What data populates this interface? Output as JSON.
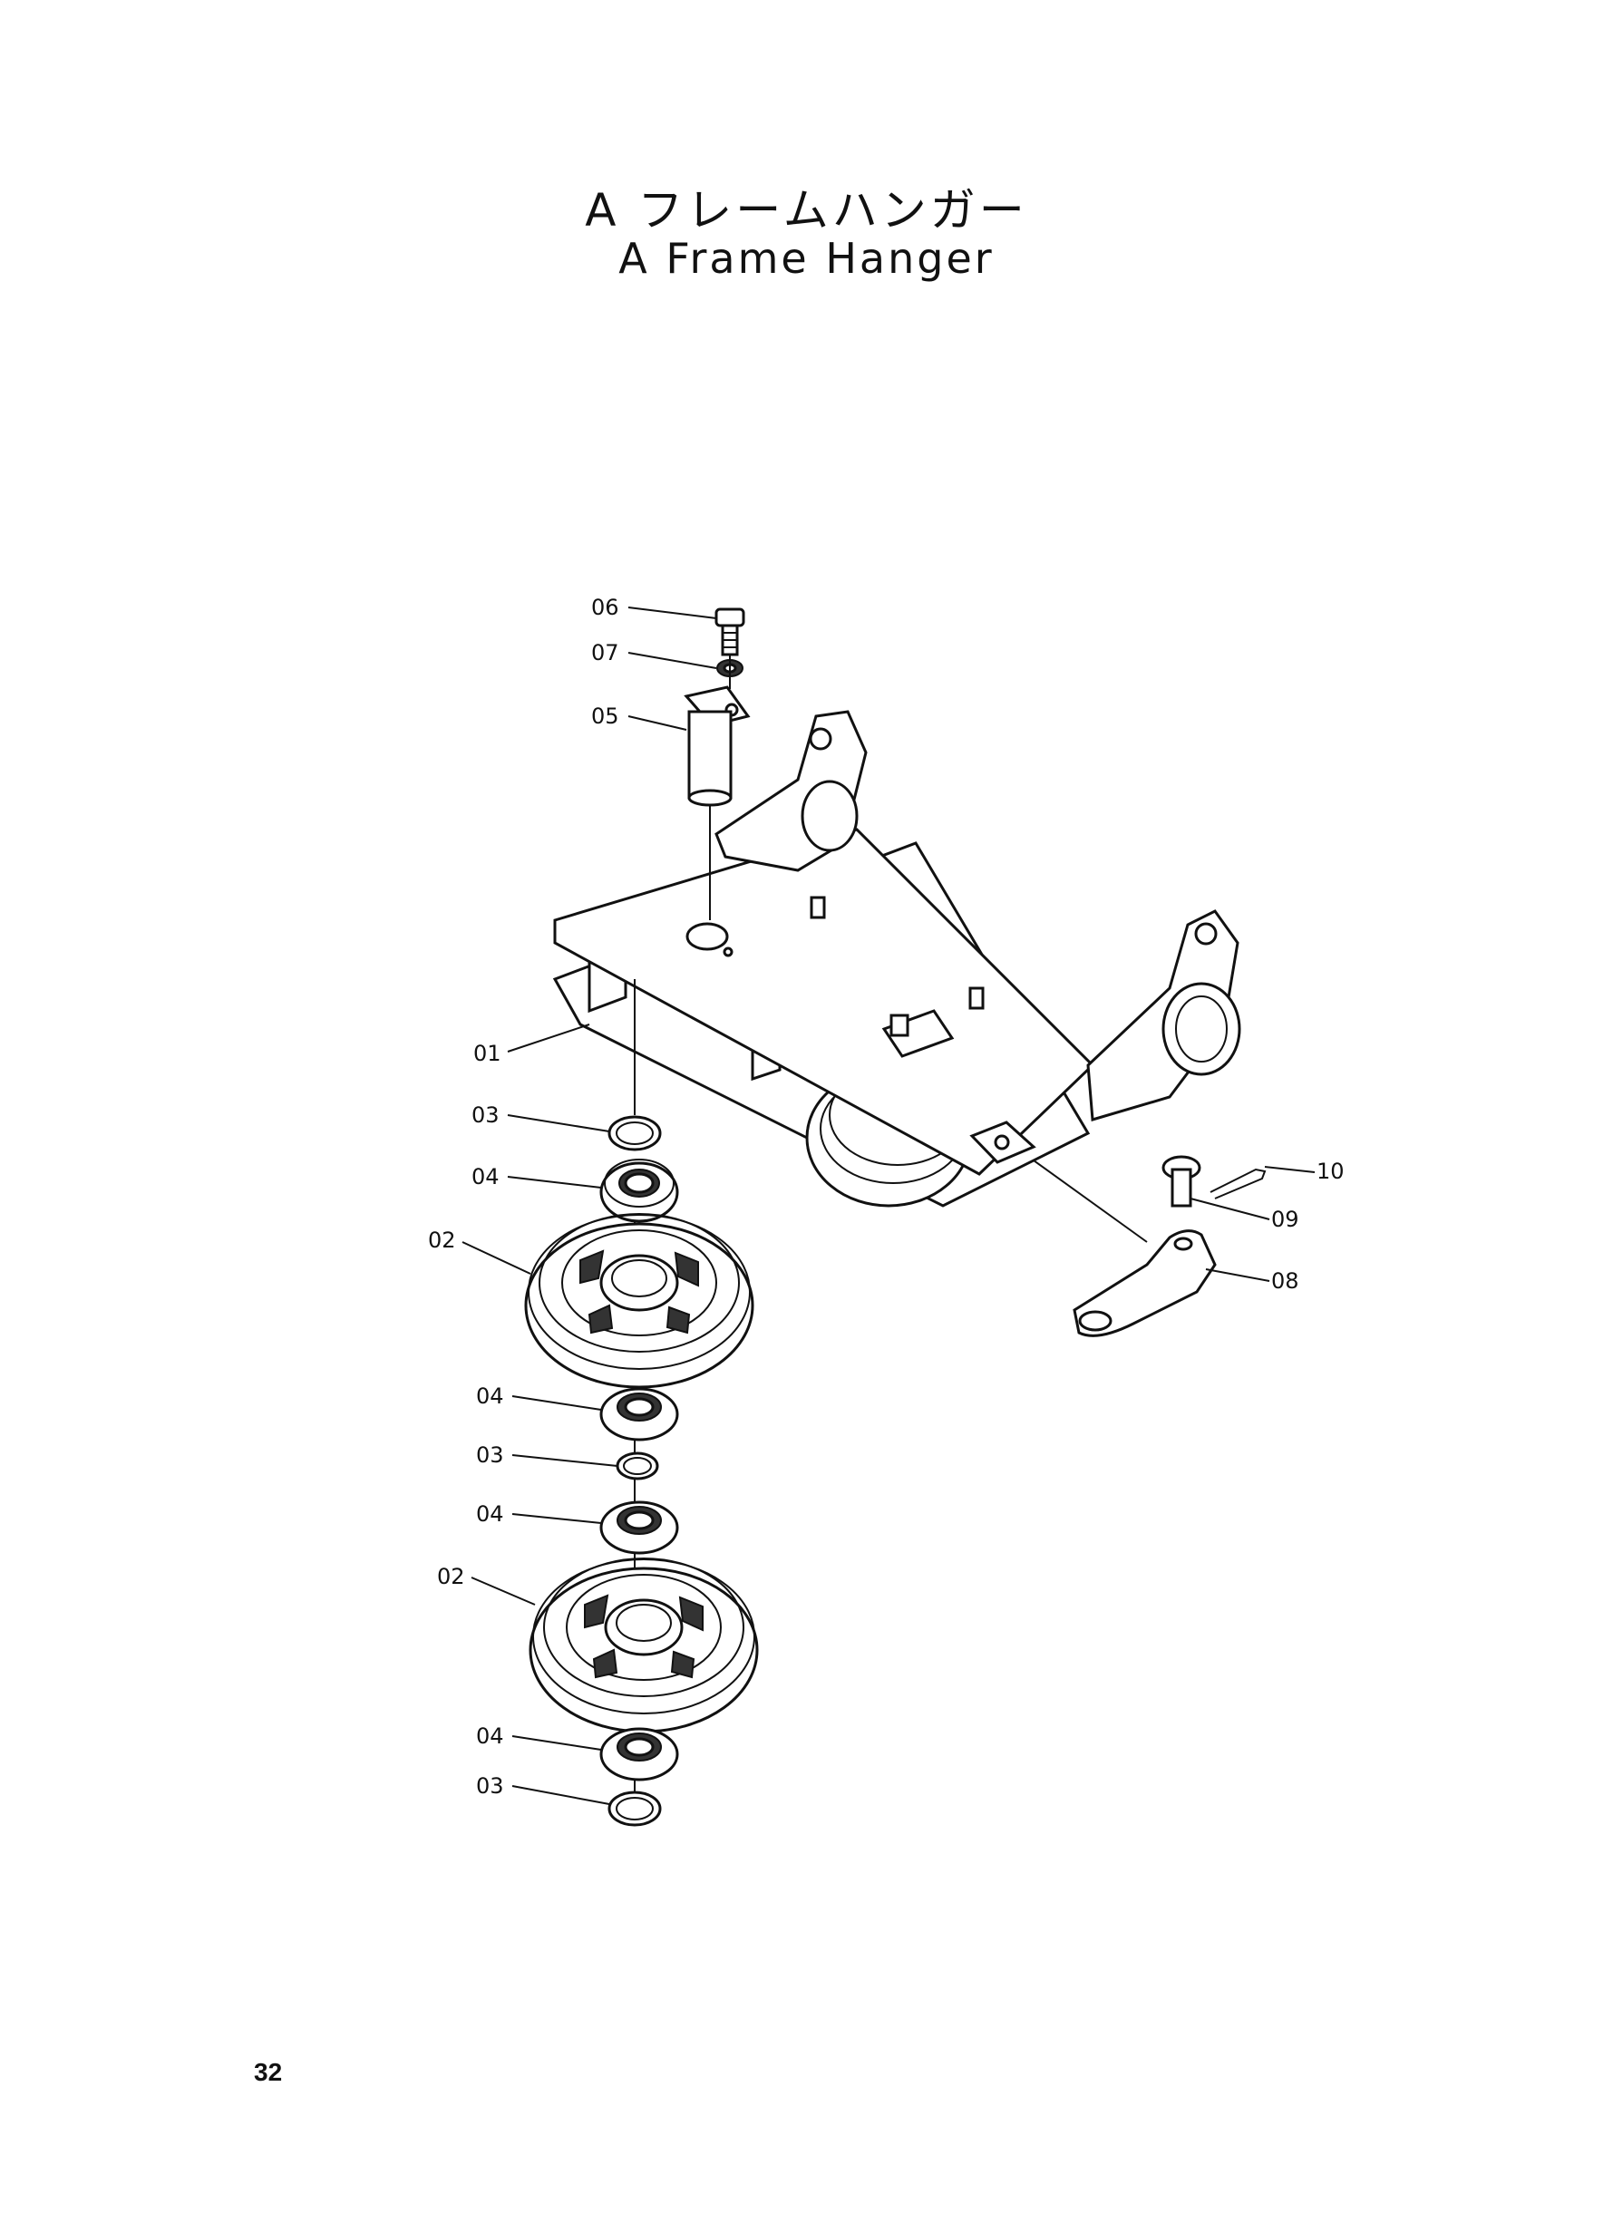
{
  "title": {
    "jp": "A フレームハンガー",
    "en": "A Frame Hanger"
  },
  "page_number": "32",
  "callouts": {
    "c06": "06",
    "c07": "07",
    "c05": "05",
    "c01": "01",
    "c03a": "03",
    "c04a": "04",
    "c02a": "02",
    "c04b": "04",
    "c03b": "03",
    "c04c": "04",
    "c02b": "02",
    "c04d": "04",
    "c03c": "03",
    "c10": "10",
    "c09": "09",
    "c08": "08"
  }
}
